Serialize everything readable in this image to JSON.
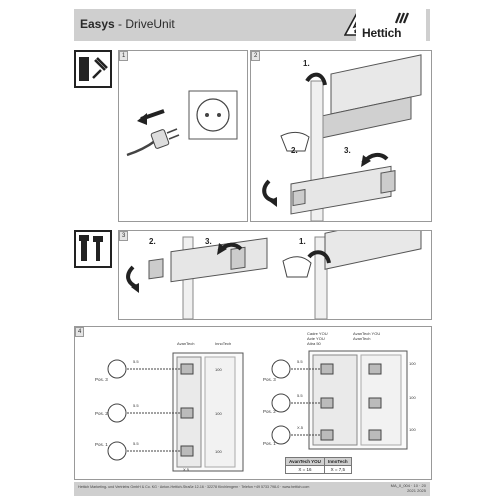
{
  "header": {
    "brand": "Easys",
    "separator": " - ",
    "product": "DriveUnit",
    "logo_text": "Hettich",
    "icons": [
      "electric-hazard-warning-icon",
      "crossed-out-wheelie-bin-icon",
      "hettich-logo-icon"
    ]
  },
  "steps": {
    "s1": {
      "number": "1",
      "icon": "toolbox-icon"
    },
    "s2": {
      "number": "2",
      "labels": [
        "1.",
        "2.",
        "3."
      ]
    },
    "s3": {
      "number": "3",
      "icon": "screwdriver-wrench-icon",
      "labels": [
        "2.",
        "3.",
        "1."
      ]
    },
    "s4": {
      "number": "4"
    }
  },
  "step4": {
    "left": {
      "heading_left": "AvanTech",
      "heading_right": "InnoTech",
      "pos_labels": [
        "Pos. 3",
        "Pos. 2",
        "Pos. 1"
      ],
      "dims": [
        "5.5",
        "5.5",
        "5.5",
        "100",
        "100",
        "100",
        "X.5"
      ]
    },
    "right": {
      "heading_left": "Cadre YOU\nActe YOU\nAtira 50",
      "heading_right": "AvanTech YOU\nAvanTech",
      "pos_labels": [
        "Pos. 3",
        "Pos. 2",
        "Pos. 1"
      ],
      "dims": [
        "5.5",
        "5.5",
        "X.5",
        "100",
        "100",
        "100"
      ]
    },
    "table": {
      "headers": [
        "AvanTech YOU",
        "InnoTech"
      ],
      "values": [
        "X = 16",
        "X = 7,5"
      ]
    }
  },
  "footer": {
    "address": "Hettich Marketing- und Vertriebs GmbH & Co. KG · Anton-Hettich-Straße 12-16 · 32278 Kirchlengern · Telefon +49 5733 798-0 · www.hettich.com",
    "code_line1": "MA_0_004 · 10 · 20",
    "code_line2": "2021 2025"
  },
  "colors": {
    "header_bg": "#cfcfcf",
    "ink": "#222222",
    "accent_gray": "#9c9c9c"
  }
}
